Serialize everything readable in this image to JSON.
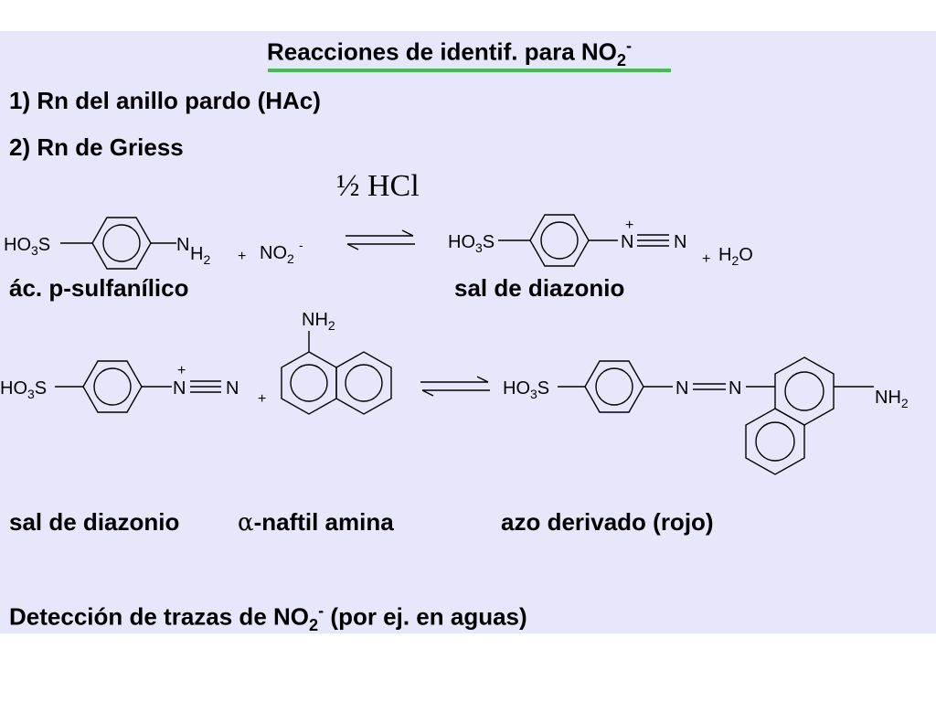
{
  "slide": {
    "title": "Reacciones de identif. para NO",
    "title_sub": "2",
    "title_sup": "-",
    "item1": "1) Rn del anillo pardo (HAc)",
    "item2": "2) Rn de Griess",
    "catalyst": "½ HCl",
    "label_sulfanilic": "ác. p-sulfanílico",
    "label_diazonium_top": "sal de diazonio",
    "label_diazonium_bottom": "sal de diazonio",
    "alpha_symbol": "α",
    "label_naphthylamine": "-naftil amina",
    "label_azo": "azo derivado (rojo)",
    "footer_pre": "Detección de trazas de NO",
    "footer_sub": "2",
    "footer_sup": "-",
    "footer_post": " (por ej. en aguas)"
  },
  "chem": {
    "ho3s_ho": "HO",
    "ho3s_3": "3",
    "ho3s_s": "S",
    "n": "N",
    "h2_h": "H",
    "h2_2": "2",
    "plus": "+",
    "nitrite_no": "NO",
    "nitrite_2": "2",
    "nitrite_minus": "-",
    "water_h": "H",
    "water_2": "2",
    "water_o": "O",
    "nh2_nh": "NH",
    "nh2_2": "2"
  }
}
